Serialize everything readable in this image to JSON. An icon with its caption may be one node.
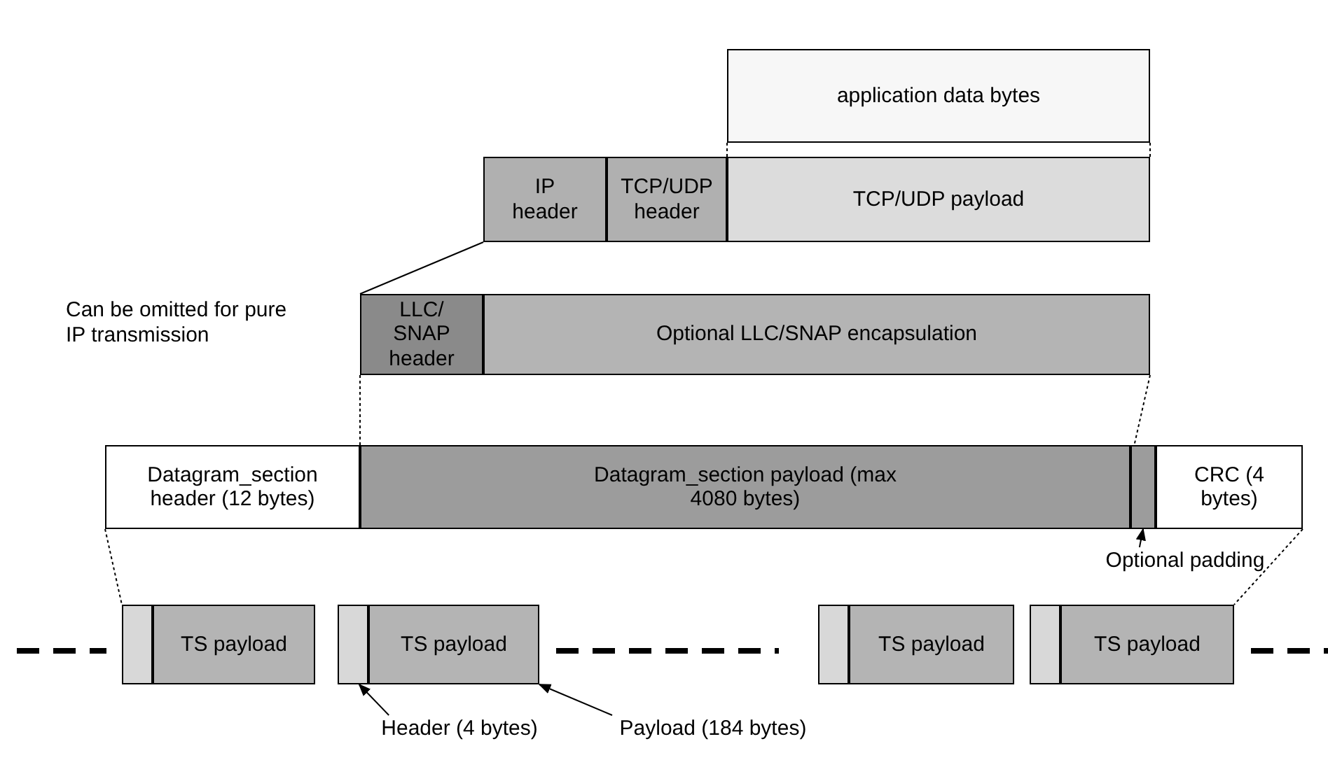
{
  "diagram": {
    "nodes": [
      {
        "text": [
          "application data bytes"
        ]
      },
      {
        "text": [
          "IP header"
        ]
      },
      {
        "text": [
          "TCP/UDP header"
        ]
      },
      {
        "text": [
          "TCP/UDP payload"
        ]
      },
      {
        "text": [
          "LLC/ SNAP header"
        ]
      },
      {
        "text": [
          "Optional LLC/SNAP encapsulation"
        ]
      },
      {
        "text": [
          "Datagram_section header (12 bytes)"
        ]
      },
      {
        "text": [
          "Datagram_section payload (max 4080 bytes)"
        ]
      },
      {
        "text": [],
        "shape": "box"
      },
      {
        "text": [
          "CRC (4 bytes)"
        ]
      },
      {
        "text": [
          "Optional padding"
        ]
      },
      {
        "text": [],
        "shape": "box"
      },
      {
        "text": [
          "TS payload"
        ]
      },
      {
        "text": [],
        "shape": "box"
      },
      {
        "text": [
          "TS payload"
        ]
      },
      {
        "text": [],
        "shape": "box"
      },
      {
        "text": [
          "TS payload"
        ]
      },
      {
        "text": [],
        "shape": "box"
      },
      {
        "text": [
          "TS payload"
        ]
      },
      {
        "text": [
          "Header (4 bytes)"
        ]
      },
      {
        "text": [
          "Payload (184 bytes)"
        ]
      }
    ],
    "edges": [
      {
        "from": 0,
        "to": 3,
        "arrow": "none",
        "style": "dashed"
      },
      {
        "from": 0,
        "to": 3,
        "arrow": "none",
        "style": "dashed"
      },
      {
        "from": 1,
        "to": 4,
        "arrow": "none"
      },
      {
        "from": 4,
        "to": 7,
        "arrow": "none",
        "style": "dashed"
      },
      {
        "from": 5,
        "to": 8,
        "arrow": "none",
        "style": "dashed"
      },
      {
        "from": 6,
        "to": 11,
        "arrow": "none",
        "style": "dashed"
      },
      {
        "from": 9,
        "to": 18,
        "arrow": "none",
        "style": "dashed"
      },
      {
        "from": 10,
        "to": 8,
        "arrow": "to"
      },
      {
        "from": 19,
        "to": 13,
        "arrow": "to"
      },
      {
        "from": 20,
        "to": 14,
        "arrow": "to"
      }
    ],
    "labels": [
      "Can be omitted for pure IP transmission"
    ]
  }
}
